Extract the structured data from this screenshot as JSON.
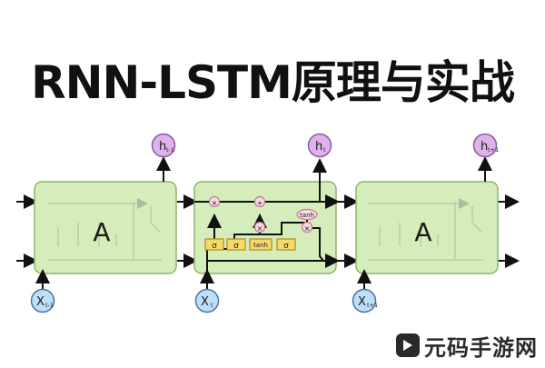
{
  "title": "RNN-LSTM原理与实战",
  "cells": [
    {
      "label": "A"
    },
    {
      "label": ""
    },
    {
      "label": "A"
    }
  ],
  "outputs": [
    {
      "main": "h",
      "sub": "t-1"
    },
    {
      "main": "h",
      "sub": "t"
    },
    {
      "main": "h",
      "sub": "t+1"
    }
  ],
  "inputs": [
    {
      "main": "X",
      "sub": "t-1"
    },
    {
      "main": "X",
      "sub": "t"
    },
    {
      "main": "X",
      "sub": "t+1"
    }
  ],
  "gates": [
    "σ",
    "σ",
    "tanh",
    "σ"
  ],
  "operators": {
    "multiply_forget": "×",
    "add": "+",
    "multiply_input": "×",
    "multiply_output": "×",
    "tanh": "tanh"
  },
  "watermark": "元码手游网",
  "colors": {
    "cell_fill": "#d4edba",
    "cell_stroke": "#8fb46a",
    "gate_fill": "#f4d96c",
    "gate_stroke": "#b58a16",
    "node_fill": "#f7dbe7",
    "node_stroke": "#c57791",
    "output_fill": "#ddb3eb",
    "output_stroke": "#8d5aa1",
    "input_fill": "#bfdef8",
    "input_stroke": "#4876a6"
  }
}
